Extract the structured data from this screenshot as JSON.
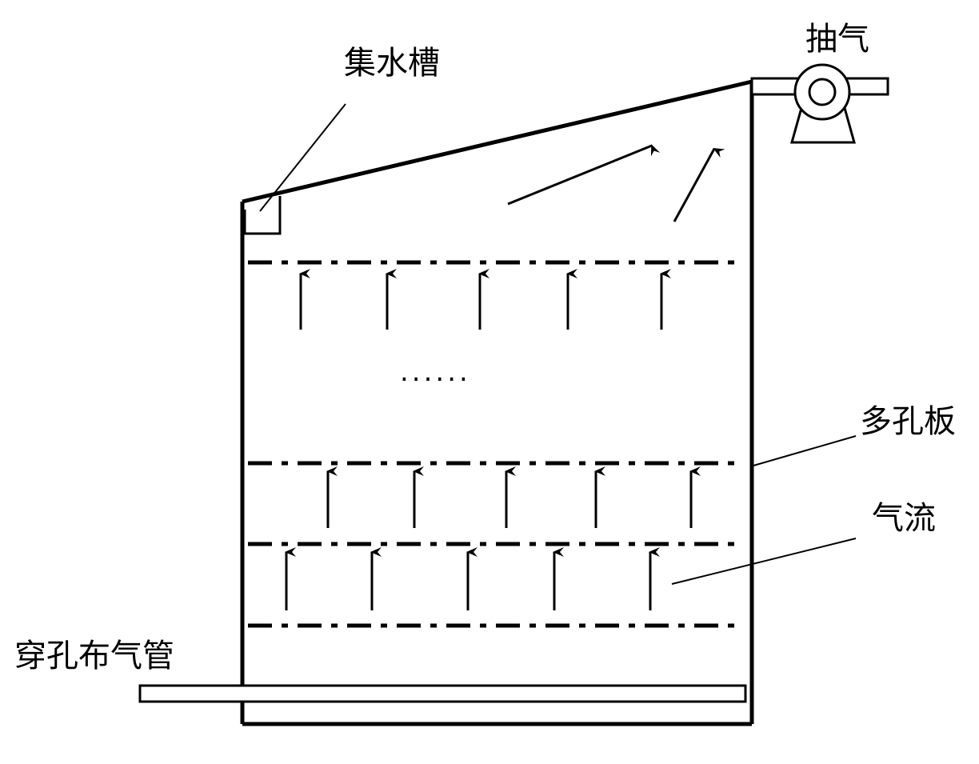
{
  "labels": {
    "collector": "集水槽",
    "exhaust": "抽气",
    "plate": "多孔板",
    "airflow": "气流",
    "pipe": "穿孔布气管"
  },
  "ellipsis": "......",
  "colors": {
    "line": "#000000",
    "background": "#ffffff"
  }
}
